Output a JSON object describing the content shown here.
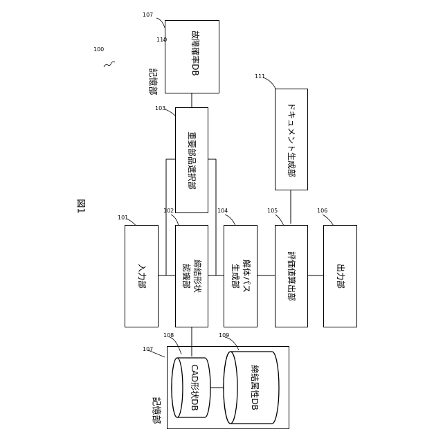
{
  "figure": {
    "title": "図1",
    "system_ref": "100"
  },
  "storage_top": {
    "ref": "107",
    "label": "記憶部",
    "db": {
      "ref": "110",
      "label": "故障確率DB"
    }
  },
  "storage_bottom": {
    "ref": "107",
    "label": "記憶部",
    "db_cad": {
      "ref": "108",
      "label": "CAD形状DB"
    },
    "db_attr": {
      "ref": "109",
      "label": "締結属性DB"
    }
  },
  "units": {
    "input": {
      "ref": "101",
      "lines": [
        "入力部"
      ]
    },
    "fastening": {
      "ref": "102",
      "lines": [
        "締結形状",
        "認識部"
      ]
    },
    "important": {
      "ref": "103",
      "lines": [
        "重要部品選択部"
      ]
    },
    "disassembly": {
      "ref": "104",
      "lines": [
        "解体パス",
        "生成部"
      ]
    },
    "evaluation": {
      "ref": "105",
      "lines": [
        "評価値算出部"
      ]
    },
    "output": {
      "ref": "106",
      "lines": [
        "出力部"
      ]
    },
    "document": {
      "ref": "111",
      "lines": [
        "ドキュメント生成部"
      ]
    }
  }
}
